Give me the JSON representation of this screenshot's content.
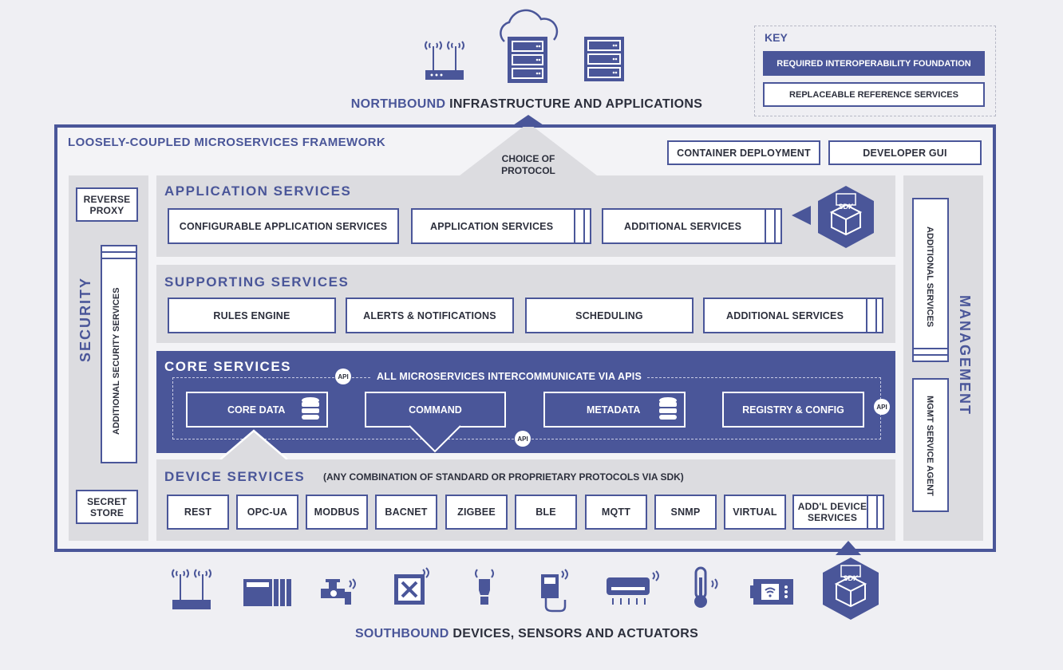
{
  "colors": {
    "accent": "#4a5699",
    "panel": "#dcdce0",
    "background": "#efeff3"
  },
  "northbound": {
    "highlight": "NORTHBOUND",
    "rest": " INFRASTRUCTURE AND APPLICATIONS",
    "icons": [
      "wifi-router-icon",
      "cloud-server-icon",
      "server-icon"
    ]
  },
  "key": {
    "title": "KEY",
    "required": "REQUIRED INTEROPERABILITY FOUNDATION",
    "replaceable": "REPLACEABLE REFERENCE SERVICES"
  },
  "framework": {
    "title": "LOOSELY-COUPLED MICROSERVICES FRAMEWORK",
    "choice_of_protocol": "CHOICE OF PROTOCOL",
    "container_deployment": "CONTAINER DEPLOYMENT",
    "developer_gui": "DEVELOPER GUI"
  },
  "security": {
    "label": "SECURITY",
    "reverse_proxy": "REVERSE PROXY",
    "additional": "ADDITIONAL SECURITY SERVICES",
    "secret_store": "SECRET STORE"
  },
  "management": {
    "label": "MANAGEMENT",
    "additional": "ADDITIONAL SERVICES",
    "agent": "MGMT SERVICE AGENT"
  },
  "application_services": {
    "title": "APPLICATION SERVICES",
    "items": [
      "CONFIGURABLE APPLICATION SERVICES",
      "APPLICATION SERVICES",
      "ADDITIONAL SERVICES"
    ],
    "sdk": "SDK"
  },
  "supporting_services": {
    "title": "SUPPORTING SERVICES",
    "items": [
      "RULES ENGINE",
      "ALERTS & NOTIFICATIONS",
      "SCHEDULING",
      "ADDITIONAL SERVICES"
    ]
  },
  "core_services": {
    "title": "CORE SERVICES",
    "api_note": "ALL MICROSERVICES INTERCOMMUNICATE VIA APIS",
    "api": "API",
    "items": [
      "CORE DATA",
      "COMMAND",
      "METADATA",
      "REGISTRY & CONFIG"
    ]
  },
  "device_services": {
    "title": "DEVICE SERVICES",
    "subtitle": "(ANY COMBINATION OF STANDARD OR PROPRIETARY PROTOCOLS VIA SDK)",
    "items": [
      "REST",
      "OPC-UA",
      "MODBUS",
      "BACNET",
      "ZIGBEE",
      "BLE",
      "MQTT",
      "SNMP",
      "VIRTUAL",
      "ADD'L DEVICE SERVICES"
    ]
  },
  "southbound": {
    "highlight": "SOUTHBOUND",
    "rest": " DEVICES, SENSORS AND ACTUATORS",
    "sdk": "SDK",
    "icons": [
      "wifi-router-icon",
      "plc-icon",
      "valve-icon",
      "fan-icon",
      "light-bulb-icon",
      "meter-icon",
      "air-conditioner-icon",
      "thermometer-icon",
      "wifi-panel-icon"
    ]
  }
}
